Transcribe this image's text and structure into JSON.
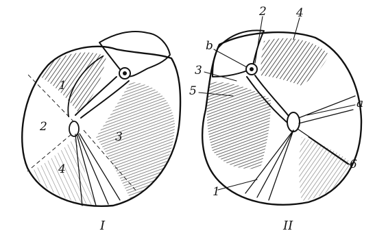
{
  "figure_I": {
    "roman": "I",
    "regions": [
      "1",
      "2",
      "3",
      "4"
    ]
  },
  "figure_II": {
    "roman": "II",
    "labels": {
      "n2": "2",
      "n4": "4",
      "b": "b",
      "n3": "3",
      "n5": "5",
      "a": "a",
      "n6": "6",
      "n1": "1"
    }
  }
}
